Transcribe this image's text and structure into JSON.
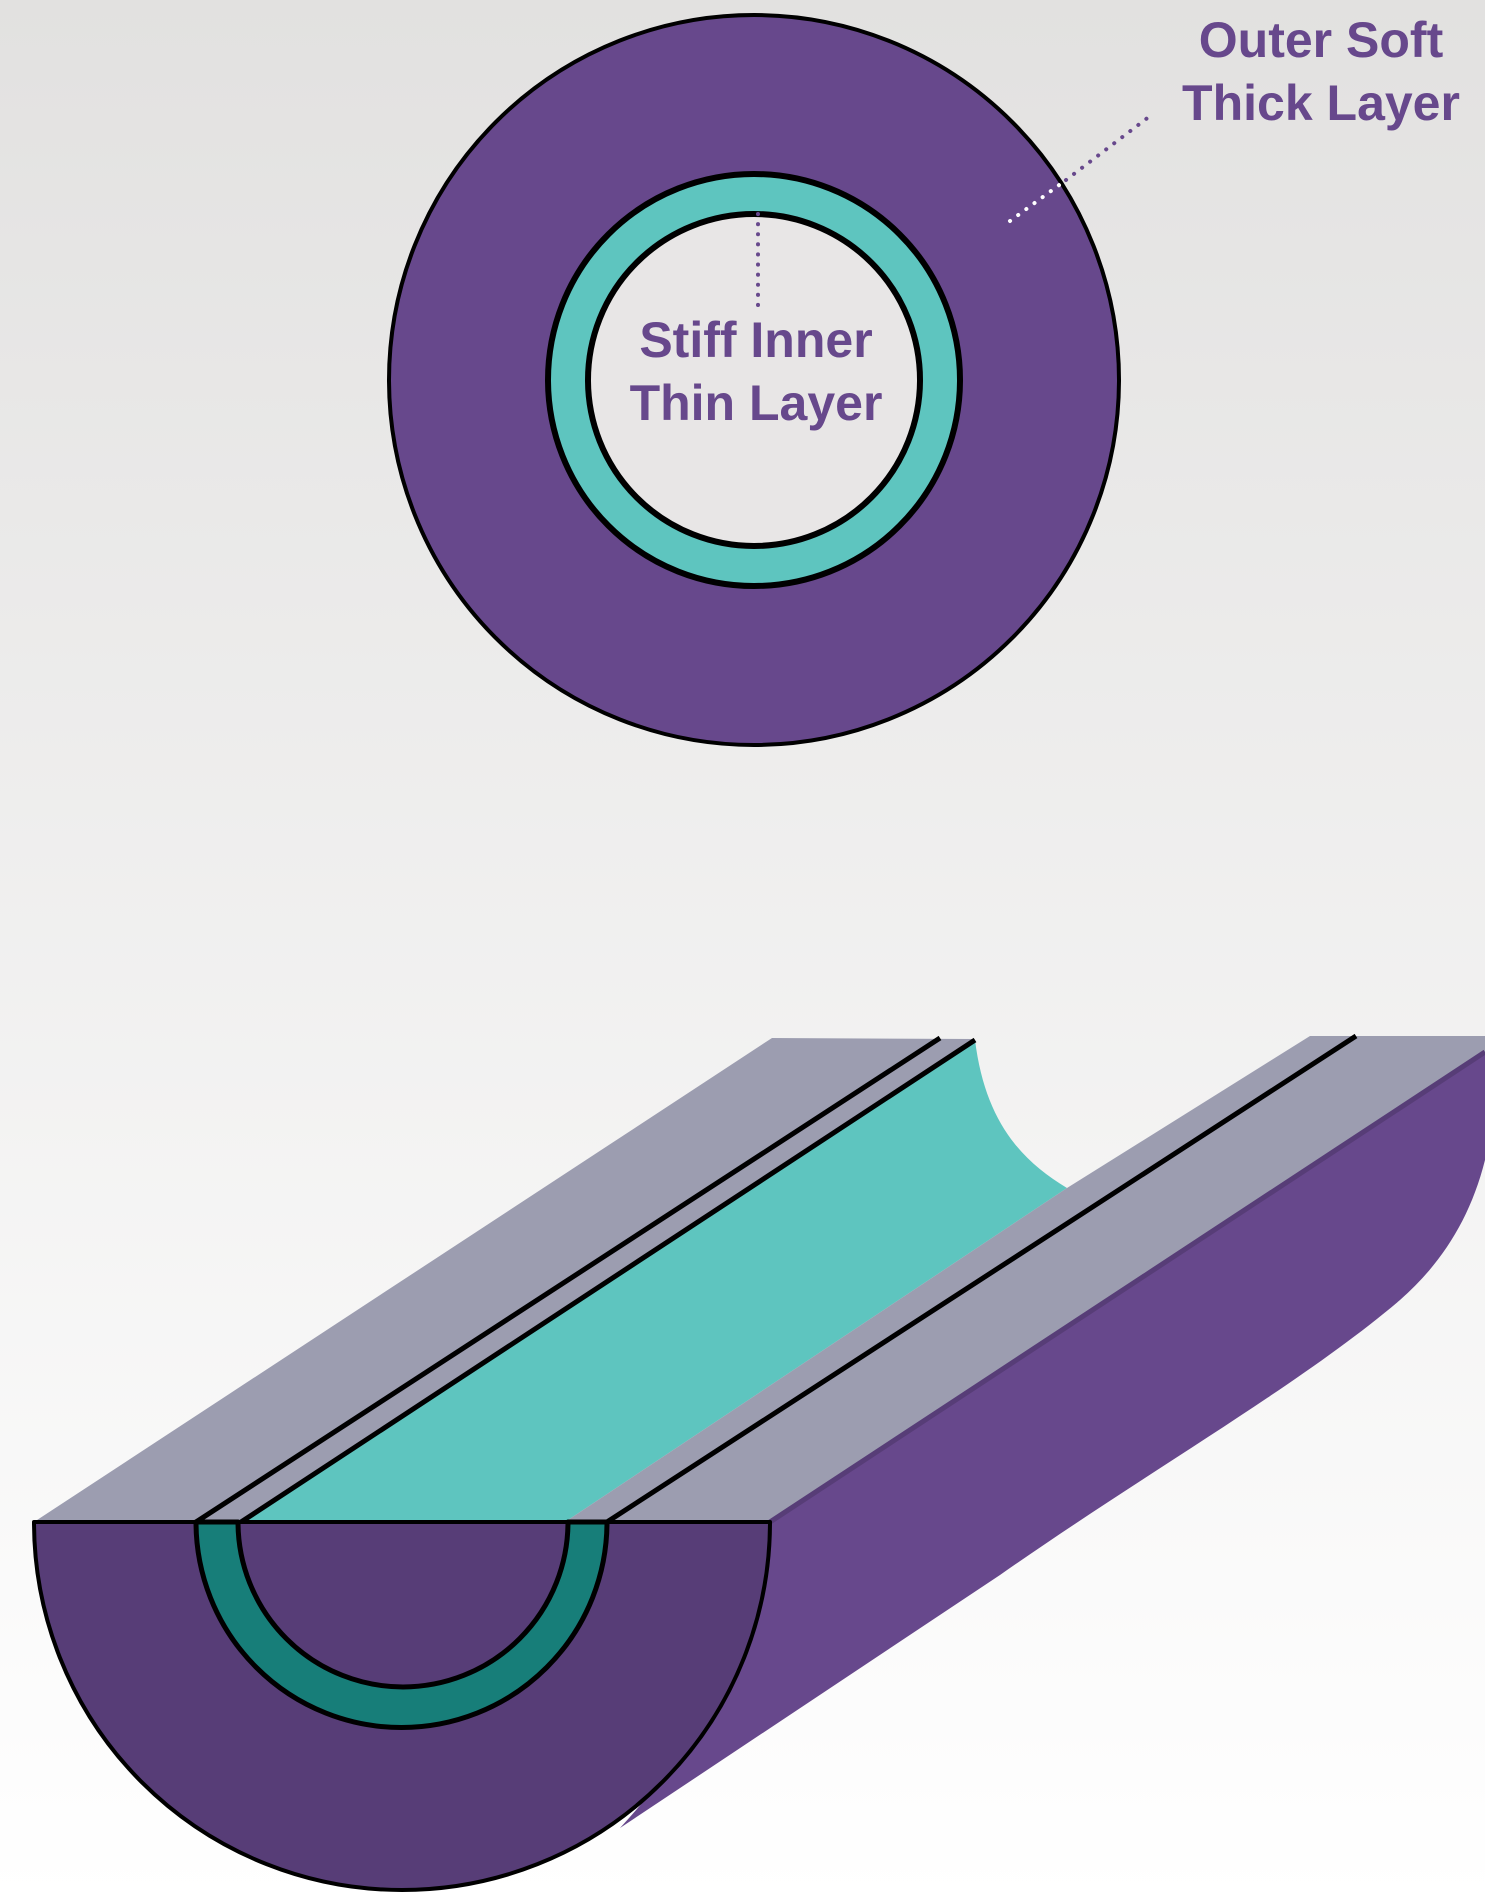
{
  "colors": {
    "background_top": "#e2e1e0",
    "background_bottom": "#ffffff",
    "outer_layer": "#67488c",
    "outer_layer_cut": "#573d77",
    "inner_layer": "#5ec5bf",
    "inner_layer_cut": "#177e79",
    "lumen": "#e8e6e6",
    "top_face": "#9c9db0",
    "outline": "#000000",
    "label": "#67488c"
  },
  "labels": {
    "outer": {
      "line1": "Outer Soft",
      "line2": "Thick Layer"
    },
    "inner": {
      "line1": "Stiff Inner",
      "line2": "Thin Layer"
    }
  }
}
